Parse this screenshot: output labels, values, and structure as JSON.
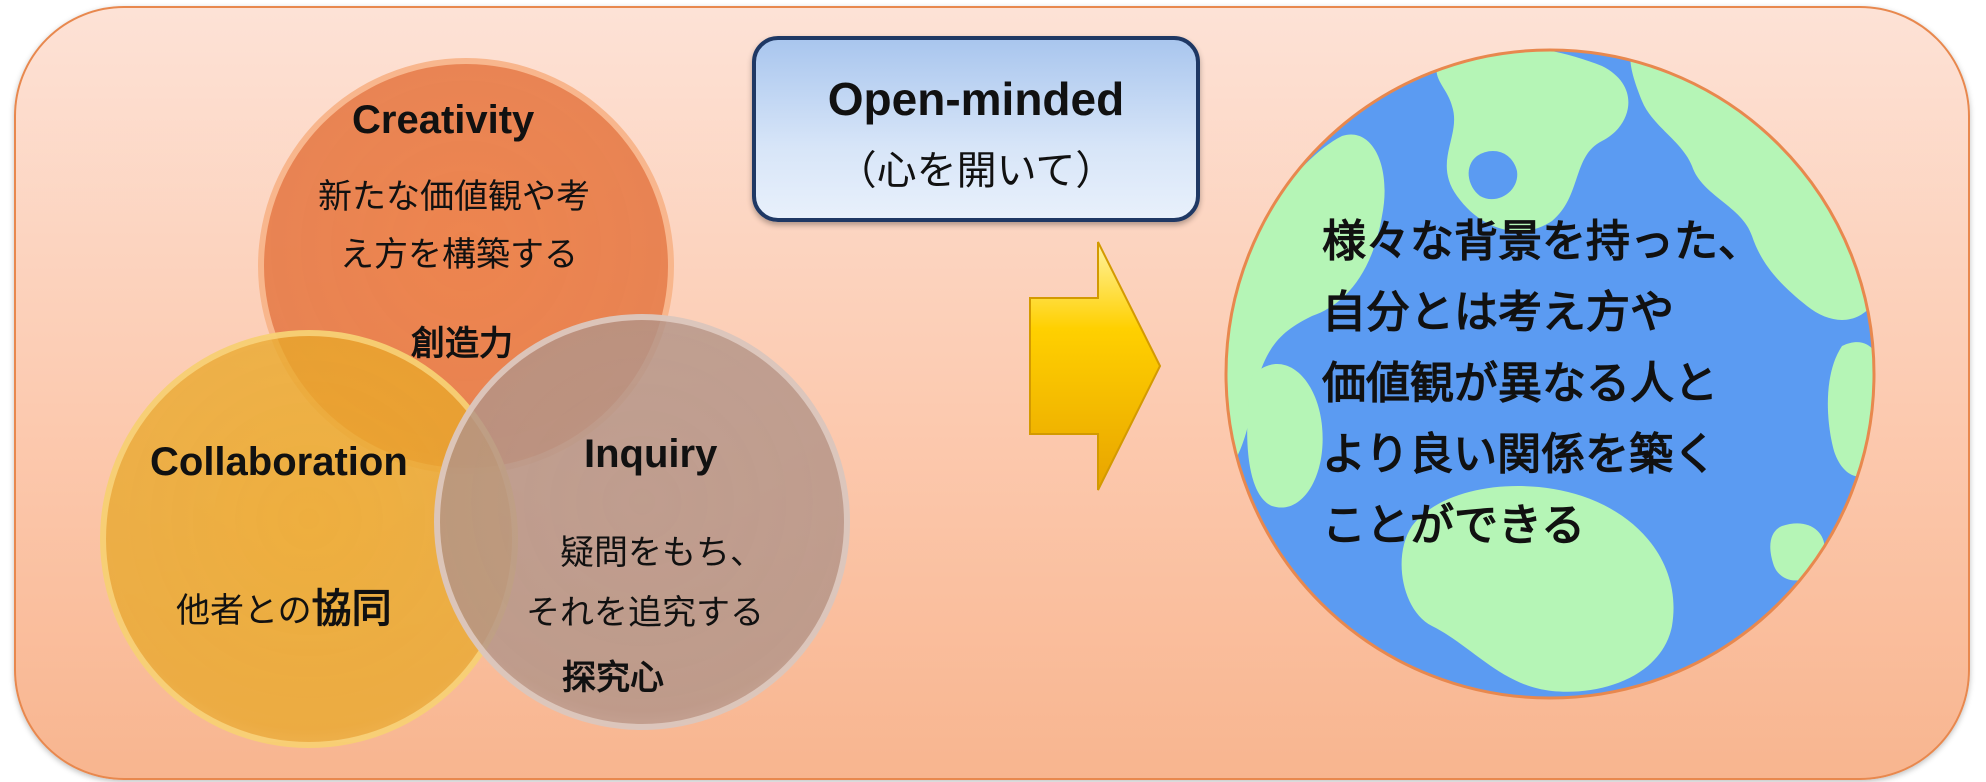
{
  "venn": {
    "creativity": {
      "title": "Creativity",
      "line1": "新たな価値観や考",
      "line2": "え方を構築する",
      "keyword": "創造力"
    },
    "collaboration": {
      "title": "Collaboration",
      "text_prefix": "他者との",
      "keyword": "協同"
    },
    "inquiry": {
      "title": "Inquiry",
      "line1": "疑問をもち、",
      "line2": "それを追究する",
      "keyword": "探究心"
    }
  },
  "open_box": {
    "title": "Open-minded",
    "subtitle": "（心を開いて）"
  },
  "globe": {
    "lines": [
      "様々な背景を持った、",
      "自分とは考え方や",
      "価値観が異なる人と",
      "より良い関係を築く",
      "ことができる"
    ]
  },
  "colors": {
    "panel_border": "#e8884e",
    "creativity": "#e67c4a",
    "collaboration": "#e8a82c",
    "inquiry": "#b29488",
    "ocean": "#5b9bf2",
    "land": "#b5f5b6",
    "arrow": "#ffcc00",
    "box_border": "#1f3864"
  },
  "icons": {
    "arrow": "right-arrow-icon",
    "globe": "globe-icon"
  }
}
